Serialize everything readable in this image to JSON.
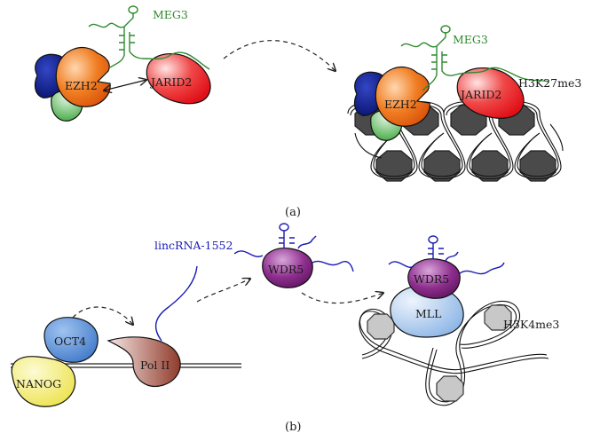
{
  "panels": {
    "a": {
      "label": "(a)",
      "meg3_label_left": "MEG3",
      "meg3_label_right": "MEG3",
      "ezh2_left": "EZH2",
      "ezh2_right": "EZH2",
      "jarid2_left": "JARID2",
      "jarid2_right": "JARID2",
      "mark": "H3K27me3"
    },
    "b": {
      "label": "(b)",
      "lincrna_label": "lincRNA-1552",
      "wdr5_mid": "WDR5",
      "wdr5_right": "WDR5",
      "mll": "MLL",
      "oct4": "OCT4",
      "nanog": "NANOG",
      "pol2": "Pol II",
      "mark": "H3K4me3"
    }
  },
  "colors": {
    "meg3_green": "#2f8a2f",
    "linc_blue": "#1b1bb5",
    "ezh2_orange": "#f07d22",
    "jarid2_red": "#e8202a",
    "ezh2_partner_navy": "#0b1a8c",
    "ezh2_partner_green": "#5cb85c",
    "wdr5_purple": "#7a1f7a",
    "mll_blue": "#9ec2ea",
    "oct4_blue": "#4a86d6",
    "nanog_yellow": "#f3ee63",
    "pol2_brown": "#8f3b2a",
    "nucleosome_gray": "#555555"
  }
}
